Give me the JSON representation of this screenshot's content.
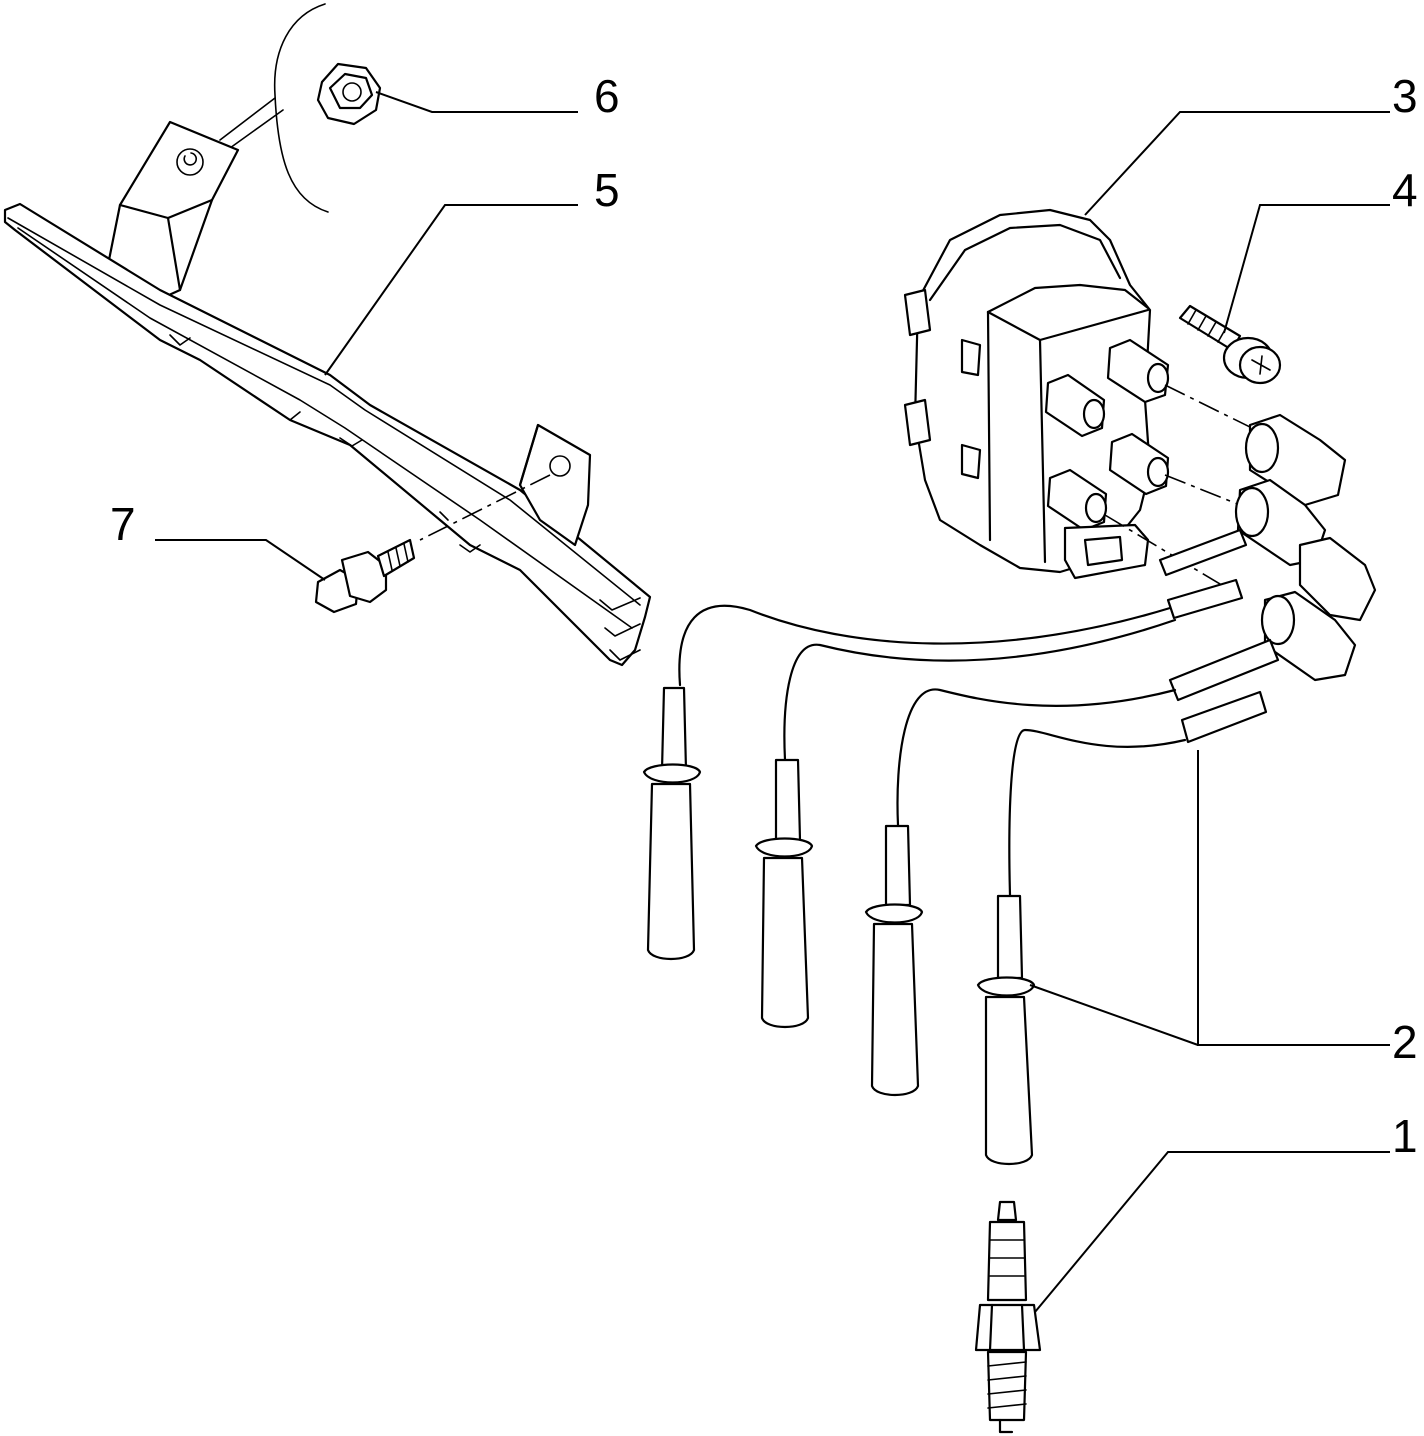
{
  "diagram": {
    "callouts": [
      {
        "id": "spark-plug",
        "label": "1"
      },
      {
        "id": "ignition-cable-set",
        "label": "2"
      },
      {
        "id": "ignition-coil",
        "label": "3"
      },
      {
        "id": "coil-screw",
        "label": "4"
      },
      {
        "id": "cable-support-bracket",
        "label": "5"
      },
      {
        "id": "flange-nut",
        "label": "6"
      },
      {
        "id": "flange-bolt",
        "label": "7"
      }
    ]
  }
}
